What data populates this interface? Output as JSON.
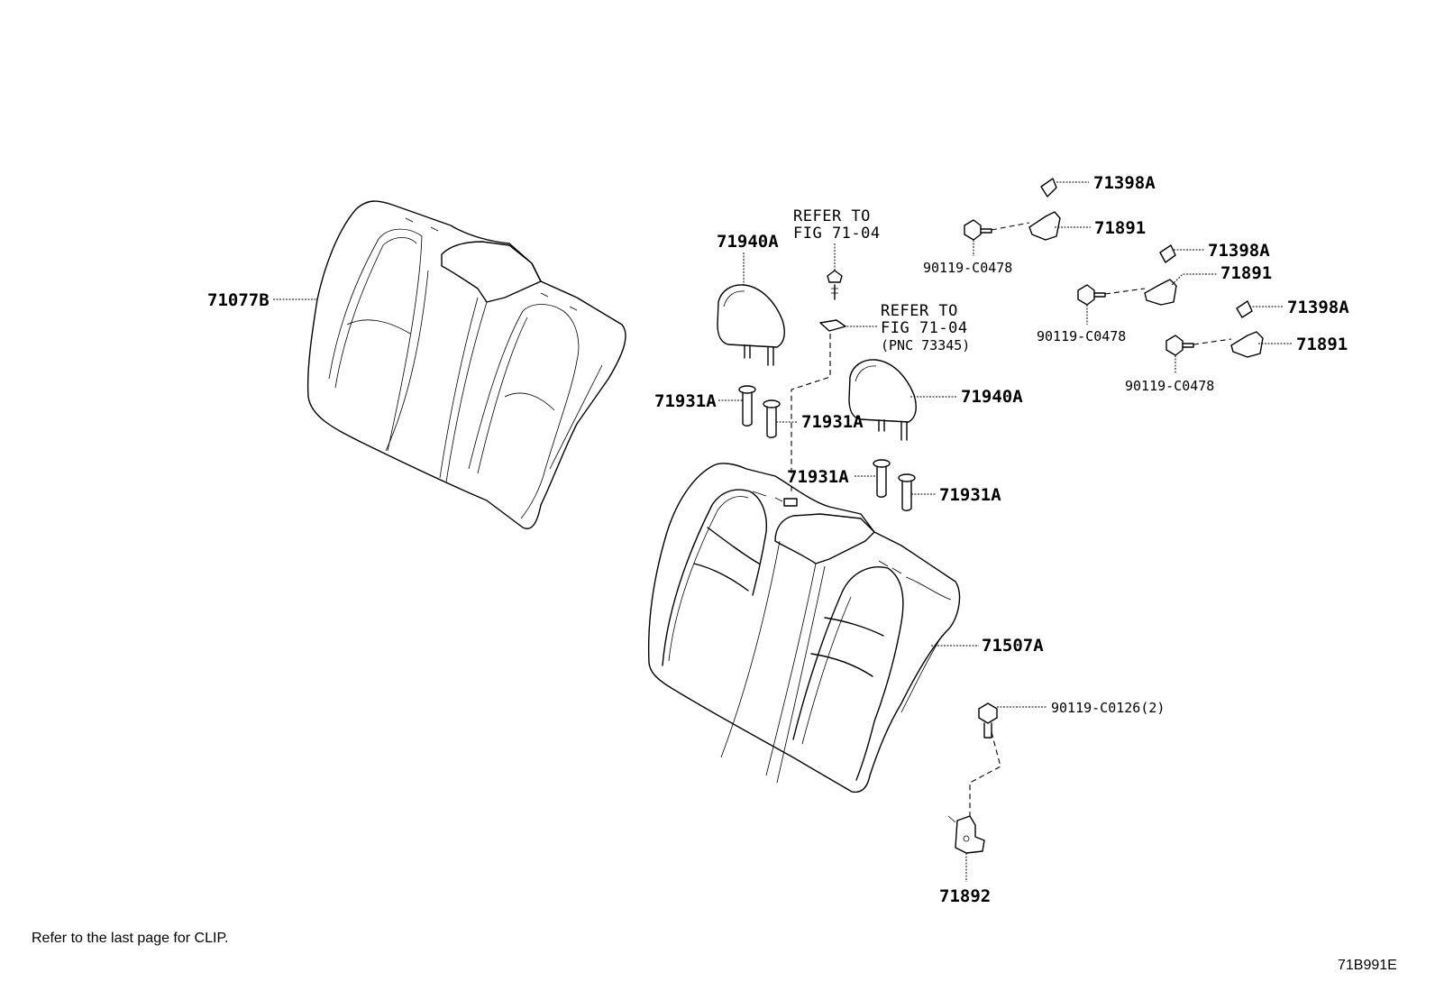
{
  "labels": {
    "seat_cover": "71077B",
    "seat_back_pad": "71507A",
    "headrest_left": "71940A",
    "headrest_right": "71940A",
    "guide_a": "71931A",
    "guide_b": "71931A",
    "guide_c": "71931A",
    "guide_d": "71931A",
    "cover_1": "71398A",
    "cover_2": "71398A",
    "cover_3": "71398A",
    "hinge_1": "71891",
    "hinge_2": "71891",
    "hinge_3": "71891",
    "bolt_1": "90119-C0478",
    "bolt_2": "90119-C0478",
    "bolt_3": "90119-C0478",
    "bolt_lower": "90119-C0126(2)",
    "bracket_lower": "71892"
  },
  "refs": {
    "ref1_line1": "REFER TO",
    "ref1_line2": "FIG 71-04",
    "ref2_line1": "REFER TO",
    "ref2_line2": "FIG 71-04",
    "ref2_line3": "(PNC 73345)"
  },
  "footer": {
    "note": "Refer to the last page for CLIP.",
    "figure_id": "71B991E"
  }
}
